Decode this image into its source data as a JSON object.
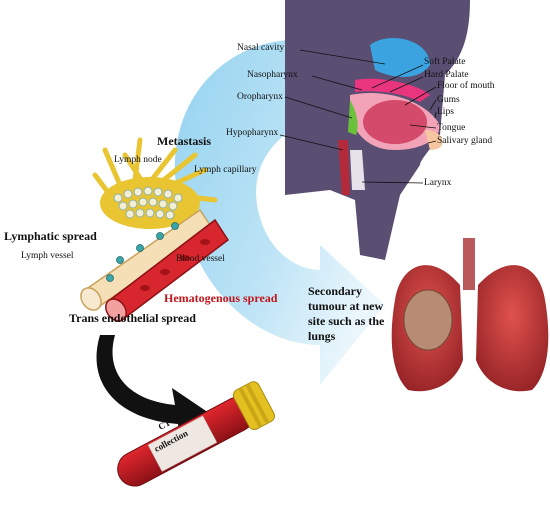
{
  "labels": {
    "nasal_cavity": "Nasal cavity",
    "nasopharynx": "Nasopharynx",
    "oropharynx": "Oropharynx",
    "hypopharynx": "Hypopharynx",
    "soft_palate": "Soft Palate",
    "hard_palate": "Hard Palate",
    "floor_of_mouth": "Floor of mouth",
    "gums": "Gums",
    "lips": "Lips",
    "tongue": "Tongue",
    "salivary_gland": "Salivary gland",
    "larynx": "Larynx",
    "metastasis": "Metastasis",
    "lymph_node": "Lymph node",
    "lymph_capillary": "Lymph capillary",
    "lymphatic_spread": "Lymphatic spread",
    "lymph_vessel": "Lymph vessel",
    "blood_vessel": "Blood vessel",
    "hematogenous_spread": "Hematogenous spread",
    "trans_endothelial_spread": "Trans endothelial spread",
    "secondary_tumour": "Secondary tumour at new site such as the lungs",
    "ctc_line1": "CTC",
    "ctc_line2": "collection"
  },
  "colors": {
    "flow_arrow": "#8fd0ef",
    "head_silhouette": "#5a4e73",
    "lymph": "#e8c531",
    "blood": "#d8262e",
    "lung": "#c4393a",
    "tube_cap": "#e4c021",
    "black_arrow": "#111111"
  }
}
